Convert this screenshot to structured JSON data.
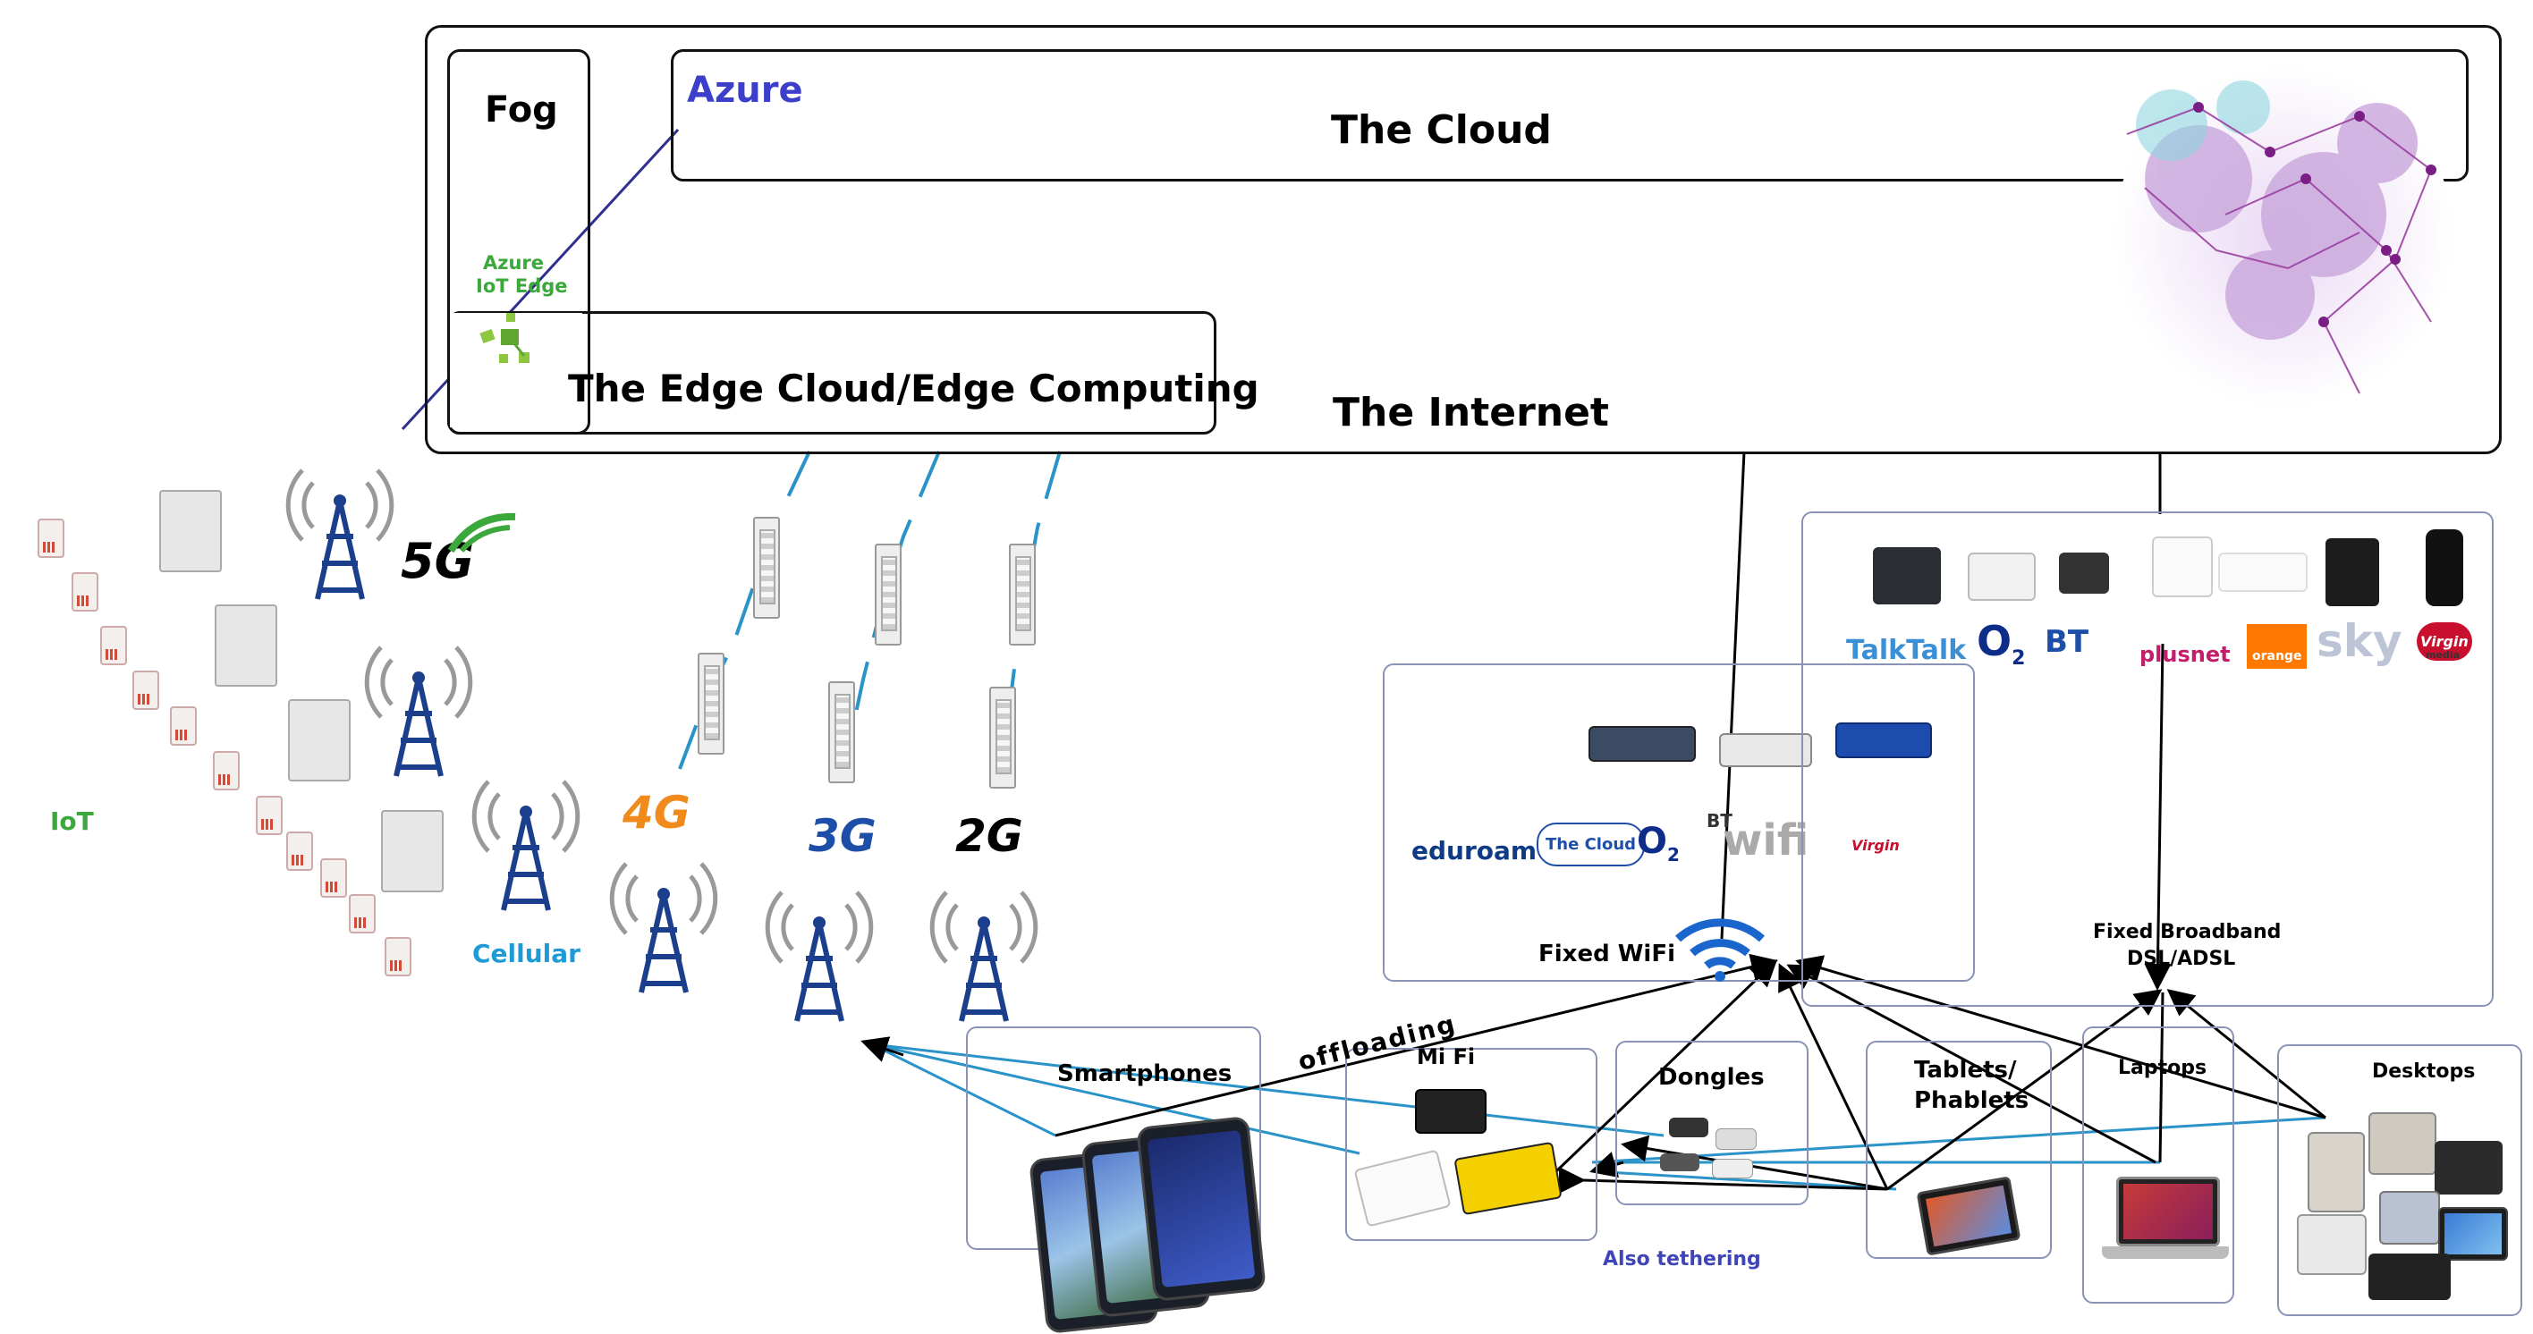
{
  "labels": {
    "fog": "Fog",
    "azure": "Azure",
    "cloud": "The Cloud",
    "azure_iot_edge_line1": "Azure",
    "azure_iot_edge_line2": "IoT Edge",
    "edge_cloud": "The Edge Cloud/Edge Computing",
    "internet": "The Internet",
    "iot": "IoT",
    "cellular": "Cellular",
    "gen_5g": "5G",
    "gen_4g": "4G",
    "gen_3g": "3G",
    "gen_2g": "2G",
    "fixed_wifi": "Fixed WiFi",
    "fixed_broadband_line1": "Fixed Broadband",
    "fixed_broadband_line2": "DSL/ADSL",
    "smartphones": "Smartphones",
    "offloading": "offloading",
    "mifi": "Mi Fi",
    "dongles": "Dongles",
    "tablets_line1": "Tablets/",
    "tablets_line2": "Phablets",
    "laptops": "Laptops",
    "desktops": "Desktops",
    "also_tethering": "Also tethering"
  },
  "wifi_brands": {
    "eduroam": "eduroam",
    "the_cloud": "The Cloud",
    "o2": "O",
    "o2_sub": "2",
    "bt": "BT",
    "wifi": "wifi",
    "virgin": "Virgin"
  },
  "isp_brands": {
    "talktalk": "TalkTalk",
    "o2": "O",
    "o2_sub": "2",
    "bt": "BT",
    "plusnet": "plusnet",
    "orange": "orange",
    "sky": "sky",
    "virgin": "Virgin",
    "virgin_sub": "media"
  },
  "colors": {
    "azure_blue": "#3b3fc9",
    "iot_green": "#3aa83a",
    "cellular_blue": "#1e9ad6",
    "tower_blue": "#1b3f8c",
    "link_blue": "#2a93c8",
    "lte_orange": "#f08a1c",
    "tethering_blue": "#3f44b8",
    "wifi_blue": "#1a66cc"
  }
}
